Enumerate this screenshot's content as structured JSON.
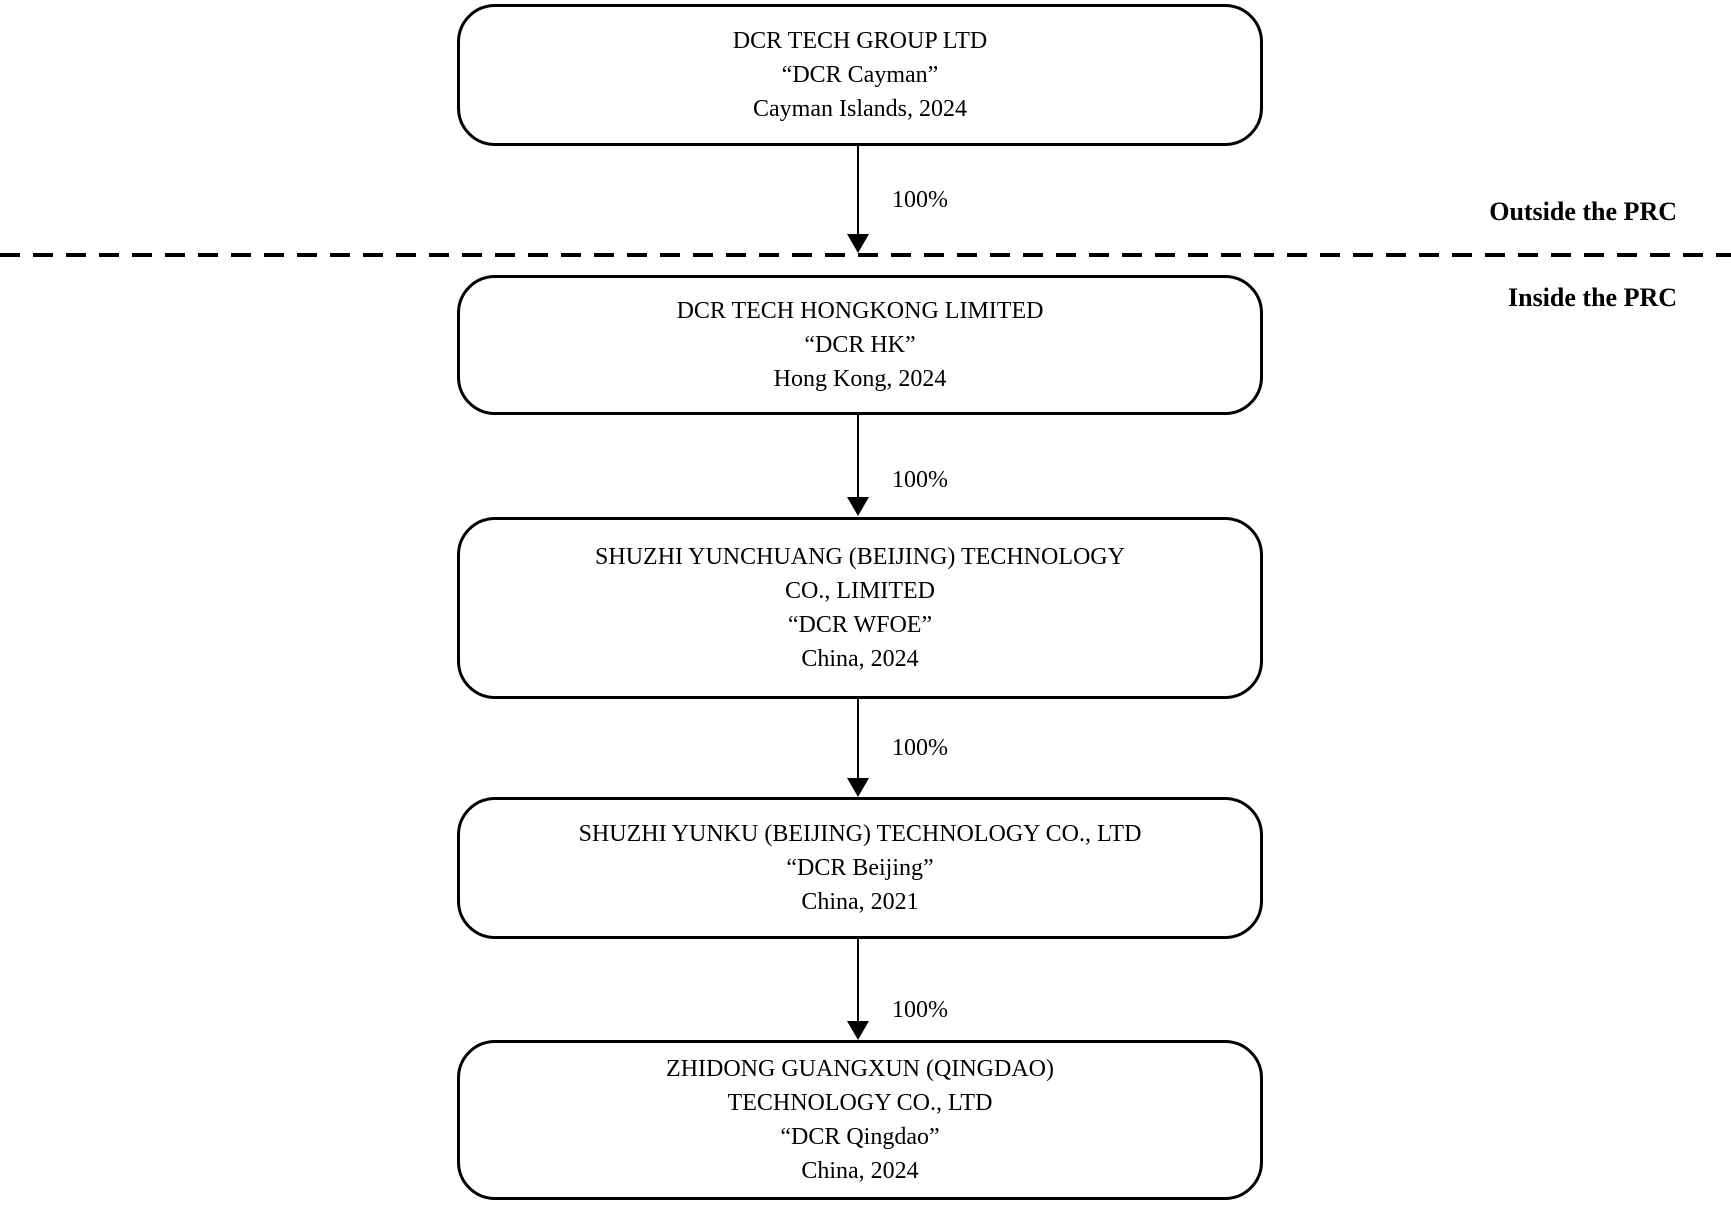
{
  "diagram": {
    "type": "corporate-structure",
    "background_color": "#ffffff",
    "line_color": "#000000"
  },
  "regions": {
    "outside_label": "Outside the PRC",
    "inside_label": "Inside the PRC"
  },
  "entities": [
    {
      "id": "dcr-cayman",
      "lines": [
        "DCR TECH GROUP LTD",
        "“DCR Cayman”",
        "Cayman Islands, 2024"
      ]
    },
    {
      "id": "dcr-hk",
      "lines": [
        "DCR TECH HONGKONG LIMITED",
        "“DCR HK”",
        "Hong Kong, 2024"
      ]
    },
    {
      "id": "dcr-wfoe",
      "lines": [
        "SHUZHI YUNCHUANG (BEIJING) TECHNOLOGY",
        "CO., LIMITED",
        "“DCR WFOE”",
        "China, 2024"
      ]
    },
    {
      "id": "dcr-beijing",
      "lines": [
        "SHUZHI YUNKU (BEIJING) TECHNOLOGY CO., LTD",
        "“DCR Beijing”",
        "China, 2021"
      ]
    },
    {
      "id": "dcr-qingdao",
      "lines": [
        "ZHIDONG GUANGXUN (QINGDAO)",
        "TECHNOLOGY CO., LTD",
        "“DCR Qingdao”",
        "China, 2024"
      ]
    }
  ],
  "connections": [
    {
      "from": "dcr-cayman",
      "to": "dcr-hk",
      "label": "100%"
    },
    {
      "from": "dcr-hk",
      "to": "dcr-wfoe",
      "label": "100%"
    },
    {
      "from": "dcr-wfoe",
      "to": "dcr-beijing",
      "label": "100%"
    },
    {
      "from": "dcr-beijing",
      "to": "dcr-qingdao",
      "label": "100%"
    }
  ]
}
